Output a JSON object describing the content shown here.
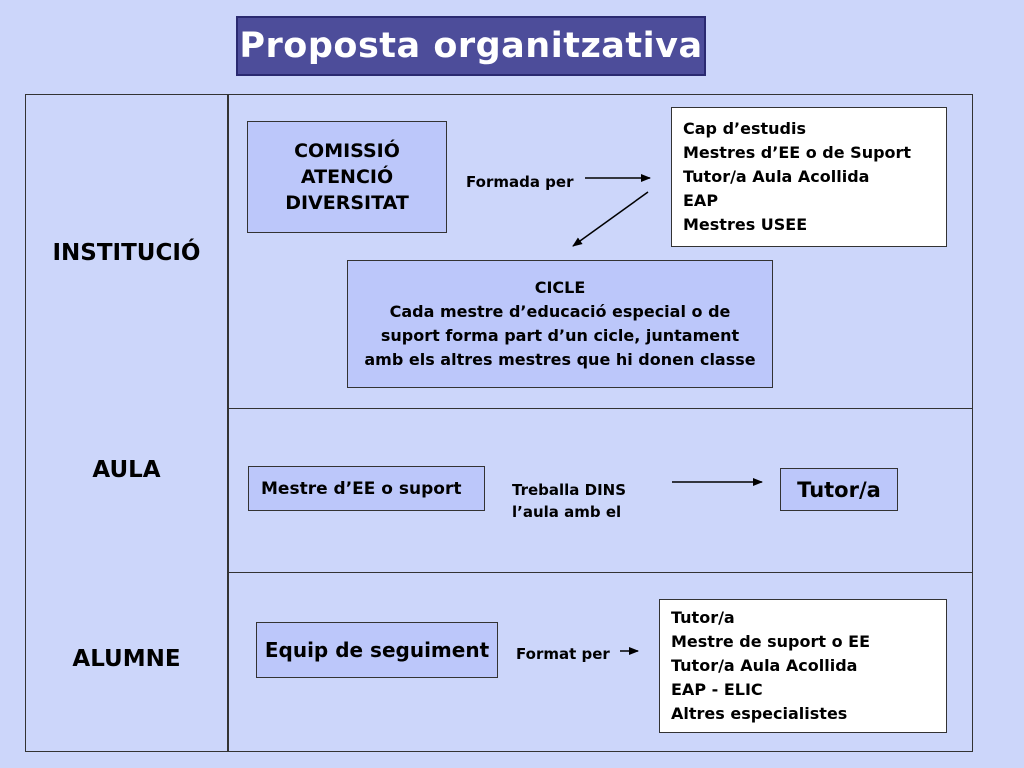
{
  "title": "Proposta organitzativa",
  "rows": [
    {
      "label": "INSTITUCIÓ"
    },
    {
      "label": "AULA"
    },
    {
      "label": "ALUMNE"
    }
  ],
  "institucio": {
    "comissio": [
      "COMISSIÓ",
      "ATENCIÓ",
      "DIVERSITAT"
    ],
    "formada_per": "Formada per",
    "members": [
      "Cap d’estudis",
      "Mestres d’EE o de Suport",
      "Tutor/a Aula Acollida",
      "EAP",
      "Mestres USEE"
    ],
    "cicle": [
      "CICLE",
      "Cada mestre d’educació especial  o de",
      "suport forma part d’un cicle, juntament",
      "amb els altres mestres que hi donen classe"
    ]
  },
  "aula": {
    "mestre": "Mestre d’EE o suport",
    "relation": [
      "Treballa DINS",
      "l’aula amb el"
    ],
    "tutor": "Tutor/a"
  },
  "alumne": {
    "equip": "Equip de seguiment",
    "format_per": "Format per",
    "members": [
      "Tutor/a",
      "Mestre de suport o EE",
      "Tutor/a Aula Acollida",
      "EAP  -  ELIC",
      "Altres especialistes"
    ]
  }
}
